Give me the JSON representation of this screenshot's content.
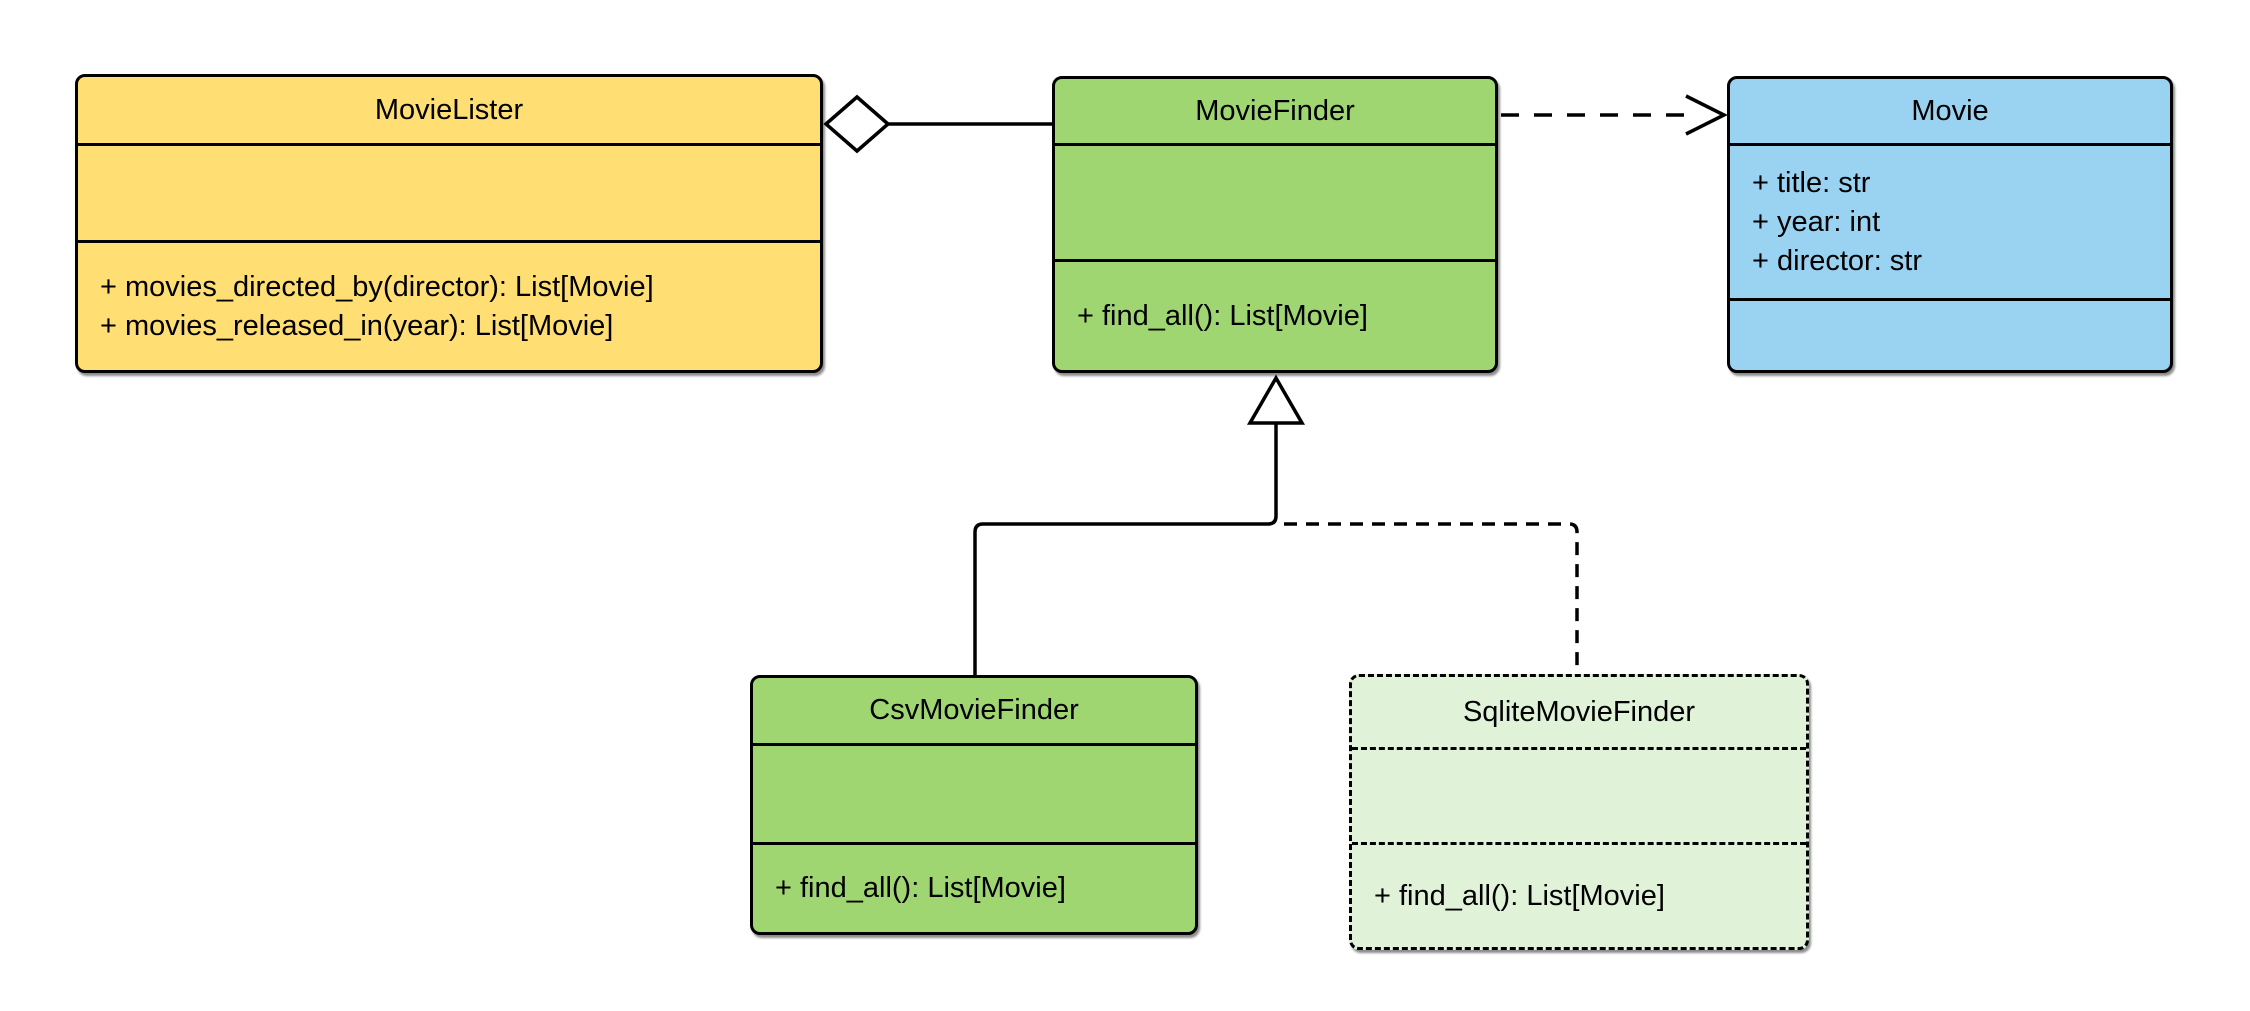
{
  "diagram": {
    "kind": "uml-class-diagram",
    "background_color": "#FFFFFF",
    "stroke_color": "#000000",
    "classes": [
      {
        "name": "MovieLister",
        "fill": "#FFDE73",
        "border_style": "solid",
        "attributes": [],
        "methods": [
          "+ movies_directed_by(director): List[Movie]",
          "+ movies_released_in(year): List[Movie]"
        ]
      },
      {
        "name": "MovieFinder",
        "fill": "#A0D672",
        "border_style": "solid",
        "attributes": [],
        "methods": [
          "+ find_all(): List[Movie]"
        ]
      },
      {
        "name": "Movie",
        "fill": "#9AD2F2",
        "border_style": "solid",
        "attributes": [
          "+ title: str",
          "+ year: int",
          "+ director: str"
        ],
        "methods": []
      },
      {
        "name": "CsvMovieFinder",
        "fill": "#A0D672",
        "border_style": "solid",
        "attributes": [],
        "methods": [
          "+ find_all(): List[Movie]"
        ]
      },
      {
        "name": "SqliteMovieFinder",
        "fill": "#E0F2D8",
        "border_style": "dashed",
        "attributes": [],
        "methods": [
          "+ find_all(): List[Movie]"
        ]
      }
    ],
    "relationships": [
      {
        "type": "aggregation",
        "from": "MovieLister",
        "to": "MovieFinder",
        "line": "solid",
        "marker": "hollow-diamond-at-source"
      },
      {
        "type": "dependency",
        "from": "MovieFinder",
        "to": "Movie",
        "line": "dashed",
        "marker": "open-arrow-at-target"
      },
      {
        "type": "inheritance",
        "from": "CsvMovieFinder",
        "to": "MovieFinder",
        "line": "solid",
        "marker": "hollow-triangle-at-target"
      },
      {
        "type": "inheritance",
        "from": "SqliteMovieFinder",
        "to": "MovieFinder",
        "line": "dashed",
        "marker": "hollow-triangle-at-target"
      }
    ]
  }
}
